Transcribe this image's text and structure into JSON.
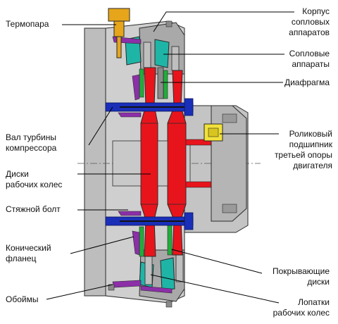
{
  "labels": {
    "thermocouple": "Термопара",
    "nozzle_casing": [
      "Корпус",
      "сопловых",
      "аппаратов"
    ],
    "nozzle_vanes": [
      "Сопловые",
      "аппараты"
    ],
    "diaphragm": "Диафрагма",
    "compressor_turbine_shaft": [
      "Вал турбины",
      "компрессора"
    ],
    "roller_bearing": [
      "Роликовый",
      "подшипник",
      "третьей опоры",
      "двигателя"
    ],
    "rotor_disks": [
      "Диски",
      "рабочих колес"
    ],
    "tie_bolt": "Стяжной болт",
    "conical_flange": [
      "Конический",
      "фланец"
    ],
    "cover_disks": [
      "Покрывающие",
      "диски"
    ],
    "retainers": "Обоймы",
    "rotor_blades": [
      "Лопатки",
      "рабочих колес"
    ]
  },
  "colors": {
    "disk": "#e8141c",
    "shaft": "#1a2fb8",
    "vane": "#1fb5a6",
    "flange": "#8c2fa8",
    "cover": "#1fae3a",
    "bearing": "#f2e23a",
    "thermocouple": "#e6a51a",
    "metal": "#c9c9c9",
    "metal_dark": "#9a9a9a",
    "outline": "#2a2a2a",
    "leader": "#000000"
  }
}
